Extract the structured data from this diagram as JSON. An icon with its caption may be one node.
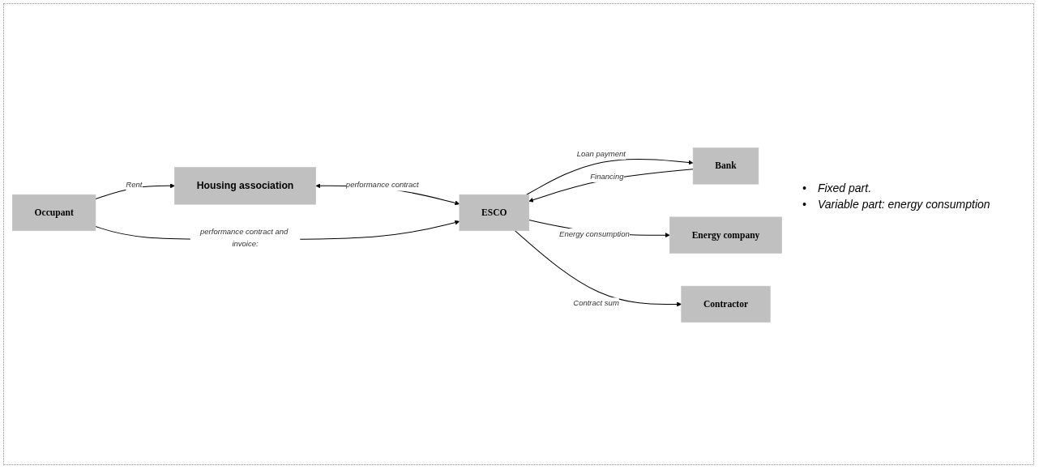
{
  "diagram": {
    "nodes": [
      {
        "text": [
          "Housing association"
        ]
      },
      {
        "text": [
          "Occupant"
        ]
      },
      {
        "text": [
          "Bank"
        ]
      },
      {
        "text": [
          "ESCO"
        ]
      },
      {
        "text": [
          "Energy company"
        ]
      },
      {
        "text": [
          "Contractor"
        ]
      }
    ],
    "edges": [
      {
        "from": 1,
        "to": 0,
        "arrow": "to",
        "label": "Rent"
      },
      {
        "from": 0,
        "to": 3,
        "arrow": "both",
        "label": "performance contract"
      },
      {
        "from": 1,
        "to": 3,
        "arrow": "to",
        "label": "performance contract and invoice:"
      },
      {
        "from": 3,
        "to": 2,
        "arrow": "to",
        "label": "Loan payment"
      },
      {
        "from": 2,
        "to": 3,
        "arrow": "to",
        "label": "Financing"
      },
      {
        "from": 3,
        "to": 4,
        "arrow": "to",
        "label": "Energy consumption"
      },
      {
        "from": 3,
        "to": 5,
        "arrow": "to",
        "label": "Contract sum"
      }
    ],
    "labels": [
      "•",
      "Fixed part.",
      "•",
      "Variable part: energy consumption"
    ]
  }
}
